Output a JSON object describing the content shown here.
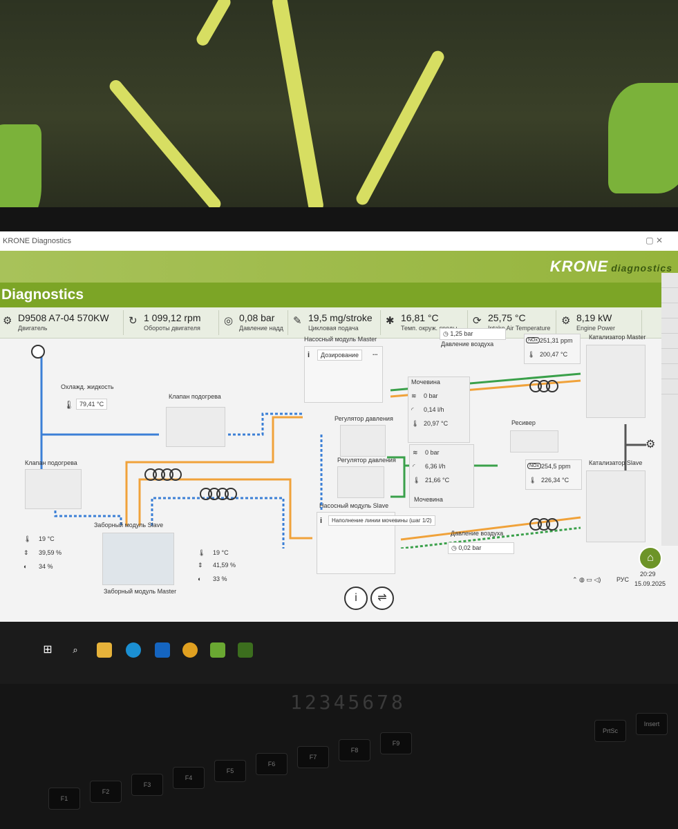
{
  "window": {
    "title": "KRONE Diagnostics",
    "controls": "▢  ✕"
  },
  "brand": {
    "name": "KRONE",
    "subtitle": "diagnostics"
  },
  "app": {
    "title": "Diagnostics"
  },
  "metrics": [
    {
      "icon": "⚙",
      "value": "D9508 A7-04 570KW",
      "label": "Двигатель"
    },
    {
      "icon": "↻",
      "value": "1 099,12 rpm",
      "label": "Обороты двигателя"
    },
    {
      "icon": "◎",
      "value": "0,08 bar",
      "label": "Давление надд"
    },
    {
      "icon": "✎",
      "value": "19,5 mg/stroke",
      "label": "Цикловая подача"
    },
    {
      "icon": "✱",
      "value": "16,81 °C",
      "label": "Темп. окруж. среды"
    },
    {
      "icon": "⟳",
      "value": "25,75 °C",
      "label": "Intake Air Temperature"
    },
    {
      "icon": "⚙",
      "value": "8,19 kW",
      "label": "Engine Power"
    }
  ],
  "diagram": {
    "coolant": {
      "label": "Охлажд. жидкость",
      "value": "79,41 °C"
    },
    "heater_valve_1": "Клапан подогрева",
    "heater_valve_2": "Клапан подогрева",
    "pump_master": {
      "title": "Насосный модуль Master",
      "mode": "Дозирование",
      "more": "..."
    },
    "pump_slave": {
      "title": "Насосный модуль Slave",
      "mode": "Наполнение линии мочевины (шаг 1/2)"
    },
    "pressure_reg_1": "Регулятор давления",
    "pressure_reg_2": "Регулятор давления",
    "air_pressure_top": {
      "value": "1,25 bar",
      "label": "Давление воздуха"
    },
    "air_pressure_bottom": {
      "label": "Давление воздуха",
      "value": "0,02 bar"
    },
    "urea_top": {
      "title": "Мочевина",
      "pressure": "0 bar",
      "flow": "0,14 l/h",
      "temp": "20,97 °C"
    },
    "urea_bottom": {
      "title": "Мочевина",
      "pressure": "0 bar",
      "flow": "6,36 l/h",
      "temp": "21,66 °C"
    },
    "receiver": "Ресивер",
    "nox_master": {
      "nox": "251,31 ppm",
      "temp": "200,47 °C",
      "badge": "NOx"
    },
    "nox_slave": {
      "nox": "254,5 ppm",
      "temp": "226,34 °C",
      "badge": "NOx"
    },
    "catalyst_master": "Катализатор Master",
    "catalyst_slave": "Катализатор Slave",
    "intake_slave": "Заборный модуль Slave",
    "intake_master": "Заборный модуль Master",
    "tank_left": {
      "temp": "19 °C",
      "level": "39,59 %",
      "quality": "34 %"
    },
    "tank_right": {
      "temp": "19 °C",
      "level": "41,59 %",
      "quality": "33 %"
    }
  },
  "tray": {
    "lang": "РУС",
    "time": "20:29",
    "date": "15.09.2025"
  },
  "footer_icons": [
    "i",
    "⇌"
  ],
  "keyboard": {
    "serial": "12345678",
    "keys": [
      "F1",
      "F2",
      "F3",
      "F4",
      "F5",
      "F6",
      "F7",
      "F8",
      "F9",
      "PrtSc",
      "Insert"
    ]
  },
  "colors": {
    "brand_green": "#7ca526",
    "flow_blue": "#3b7fd6",
    "flow_orange": "#f0a23a",
    "flow_green": "#3aa04a"
  }
}
